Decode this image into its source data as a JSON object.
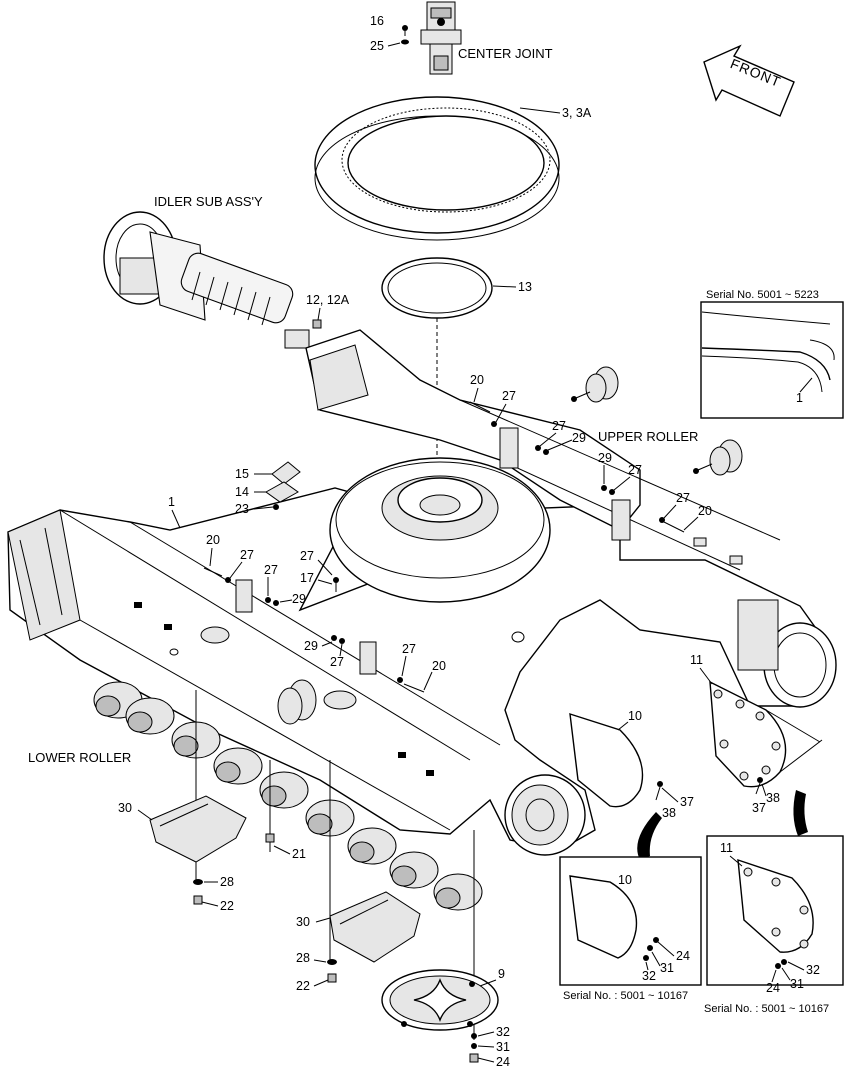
{
  "headers": {
    "center_joint": "CENTER JOINT",
    "idler": "IDLER SUB ASS'Y",
    "upper_roller": "UPPER ROLLER",
    "lower_roller": "LOWER ROLLER",
    "front": "FRONT"
  },
  "insets": {
    "top_serial": "Serial No. 5001 ~ 5223",
    "mid_serial": "Serial No. : 5001 ~ 10167",
    "right_serial": "Serial No. : 5001 ~ 10167"
  },
  "callouts": {
    "c16": "16",
    "c25": "25",
    "c3": "3, 3A",
    "c13": "13",
    "c12": "12, 12A",
    "c20a": "20",
    "c27a": "27",
    "c27b": "27",
    "c29a": "29",
    "c29b": "29",
    "c27c": "27",
    "c27d": "27",
    "c20b": "20",
    "c15": "15",
    "c14": "14",
    "c23": "23",
    "c1": "1",
    "c20c": "20",
    "c27e": "27",
    "c27f": "27",
    "c29c": "29",
    "c27g": "27",
    "c17": "17",
    "c29d": "29",
    "c27h": "27",
    "c27i": "27",
    "c20d": "20",
    "c11": "11",
    "c10": "10",
    "c37a": "37",
    "c38a": "38",
    "c37b": "37",
    "c38b": "38",
    "c30a": "30",
    "c21": "21",
    "c28a": "28",
    "c22a": "22",
    "c30b": "30",
    "c28b": "28",
    "c22b": "22",
    "c9": "9",
    "c32": "32",
    "c31": "31",
    "c24": "24",
    "in1": "1",
    "inm10": "10",
    "inm24": "24",
    "inm31": "31",
    "inm32": "32",
    "inr11": "11",
    "inr32": "32",
    "inr31": "31",
    "inr24": "24"
  }
}
